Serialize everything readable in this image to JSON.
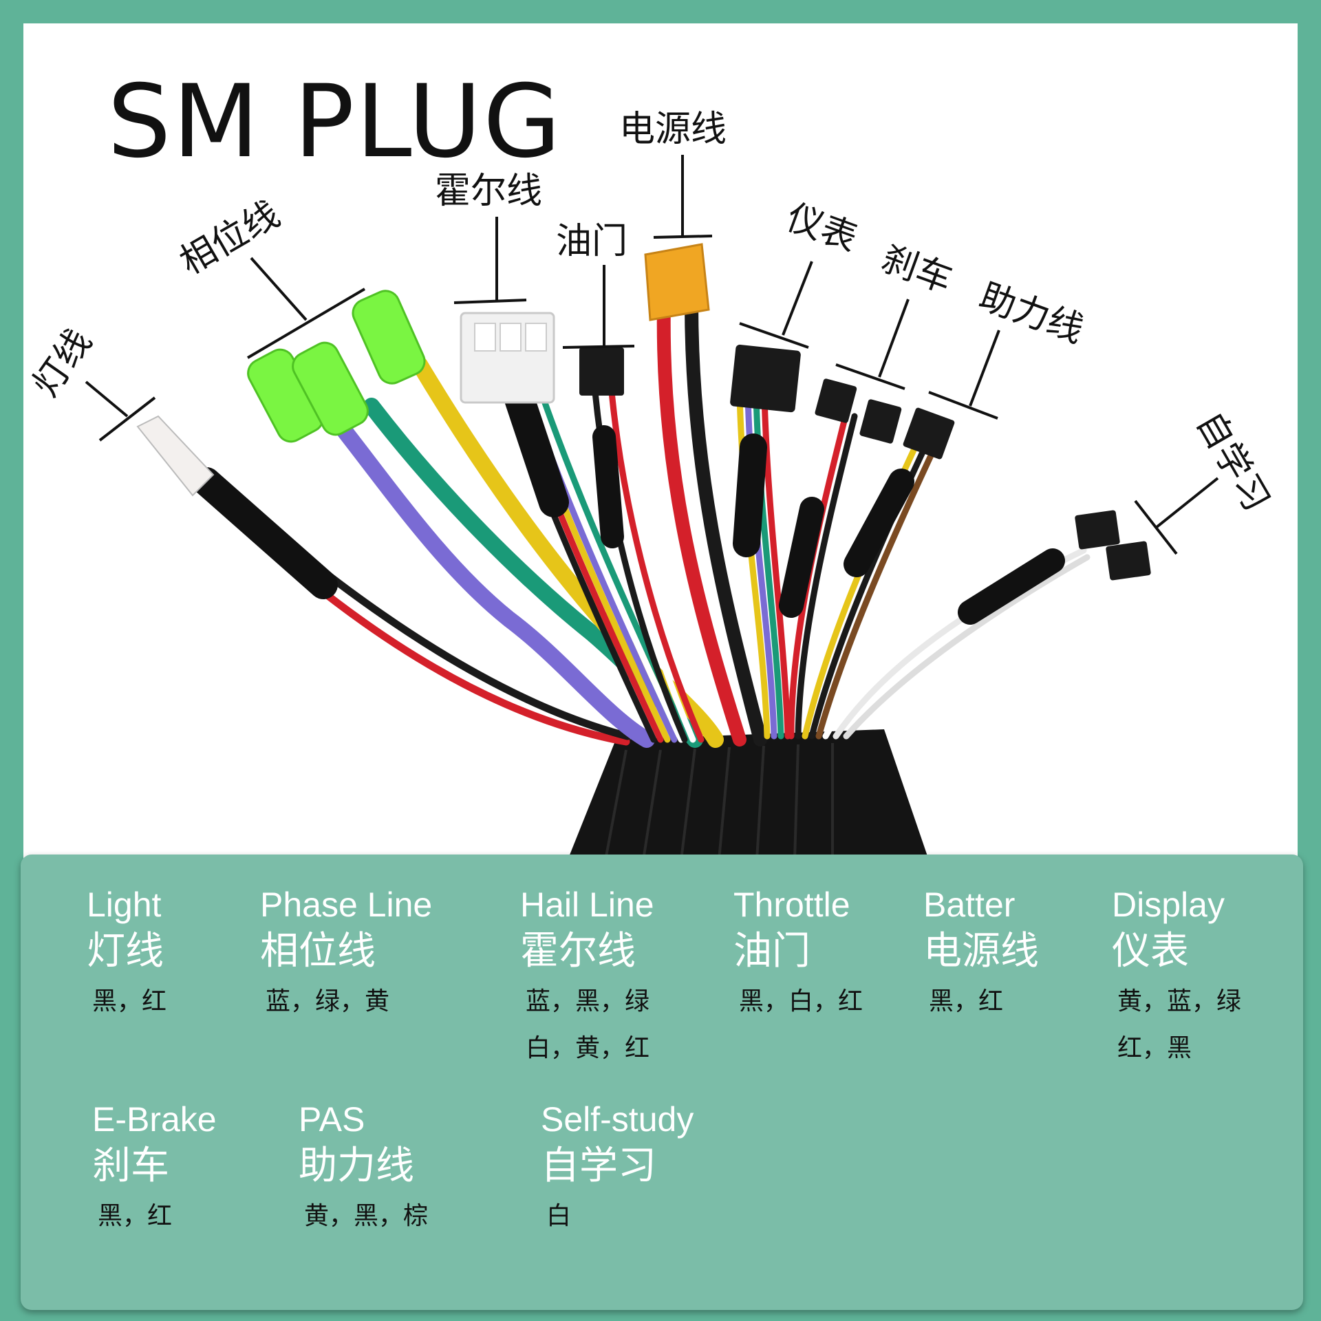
{
  "title": "SM PLUG",
  "callouts": {
    "light": "灯线",
    "phase": "相位线",
    "hall": "霍尔线",
    "throttle": "油门",
    "power": "电源线",
    "display": "仪表",
    "brake": "刹车",
    "pas": "助力线",
    "selfstudy": "自学习"
  },
  "legend": [
    {
      "en": "Light",
      "zh": "灯线",
      "colors": [
        "黑，红"
      ]
    },
    {
      "en": "Phase Line",
      "zh": "相位线",
      "colors": [
        "蓝，绿，黄"
      ]
    },
    {
      "en": "Hail Line",
      "zh": "霍尔线",
      "colors": [
        "蓝，黑，绿",
        "白，黄，红"
      ]
    },
    {
      "en": "Throttle",
      "zh": "油门",
      "colors": [
        "黑，白，红"
      ]
    },
    {
      "en": "Batter",
      "zh": "电源线",
      "colors": [
        "黑，红"
      ]
    },
    {
      "en": "Display",
      "zh": "仪表",
      "colors": [
        "黄，蓝，绿",
        "红，黑"
      ]
    },
    {
      "en": "E-Brake",
      "zh": "刹车",
      "colors": [
        "黑，红"
      ]
    },
    {
      "en": "PAS",
      "zh": "助力线",
      "colors": [
        "黄，黑，棕"
      ]
    },
    {
      "en": "Self-study",
      "zh": "自学习",
      "colors": [
        "白"
      ]
    }
  ],
  "palette": {
    "background": "#5fb398",
    "legend_panel": "#7bbda8",
    "wire_red": "#d4202a",
    "wire_black": "#1a1a1a",
    "wire_yellow": "#e6c519",
    "wire_green": "#1a9a78",
    "wire_blue": "#7a6bd4",
    "connector_green": "#7af542",
    "connector_orange": "#f0a623"
  }
}
